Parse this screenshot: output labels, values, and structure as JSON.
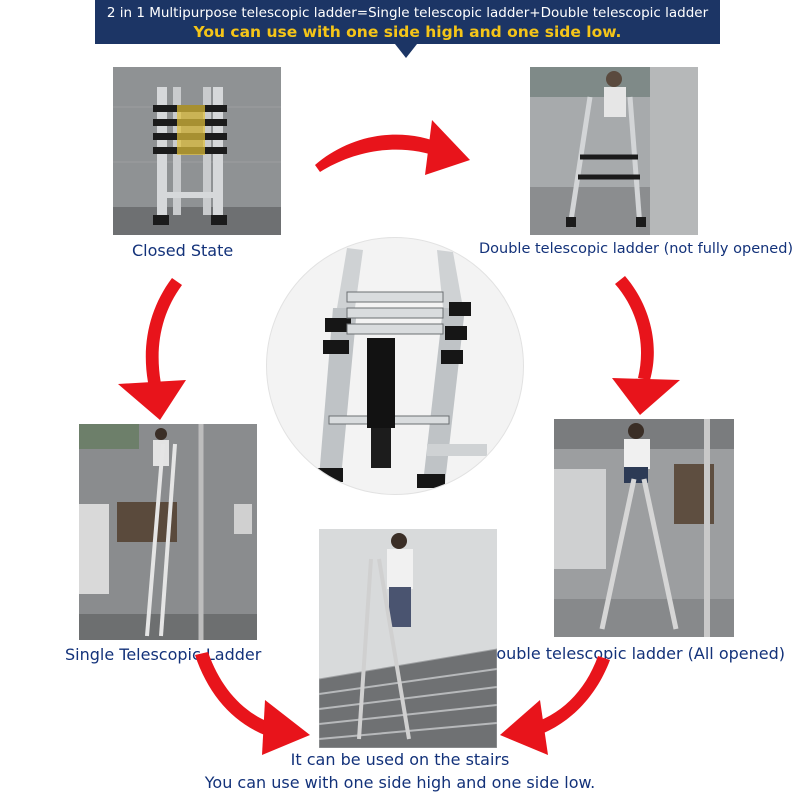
{
  "banner": {
    "line1": "2 in 1 Multipurpose telescopic ladder=Single telescopic ladder+Double telescopic ladder",
    "line2": "You can use with one side high and one side low.",
    "colors": {
      "background": "#1c3565",
      "line1": "#ffffff",
      "line2": "#f5c518"
    }
  },
  "captions": {
    "closed": "Closed State",
    "double_partial": "Double telescopic ladder (not fully opened)",
    "single": "Single Telescopic Ladder",
    "double_full": "Double telescopic ladder (All opened)",
    "stairs_line1": "It can be used on the stairs",
    "stairs_line2": "You can use with one side high and one side low."
  },
  "colors": {
    "caption": "#13327a",
    "arrow": "#e8141b"
  },
  "icons": [
    "curved-arrow-icon"
  ]
}
